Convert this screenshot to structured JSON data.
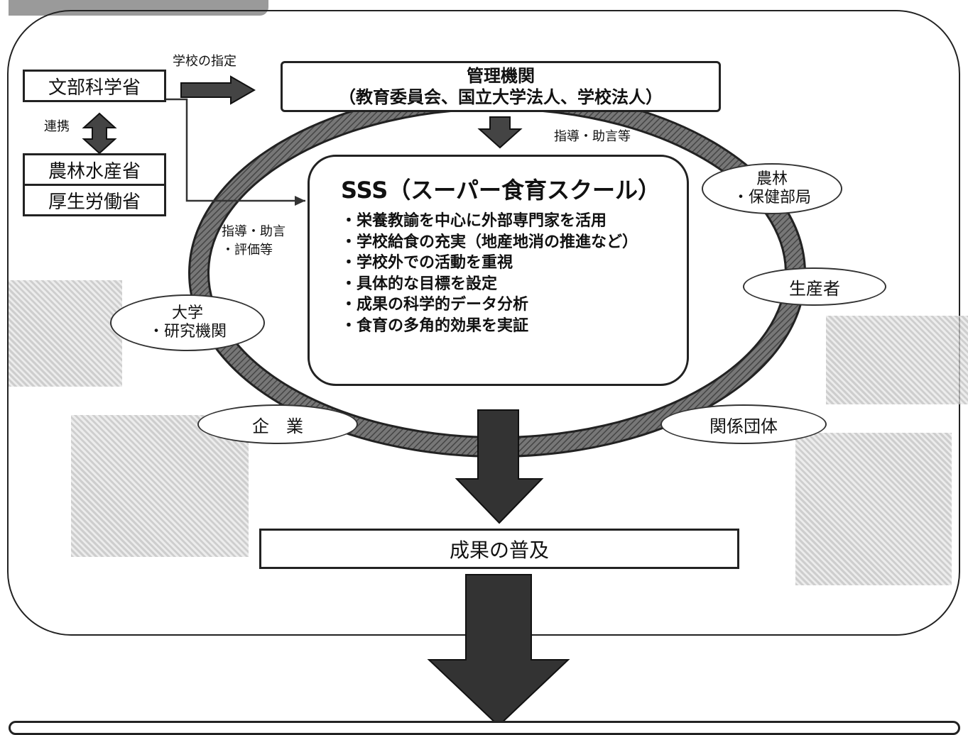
{
  "diagram": {
    "ministries": {
      "mext": "文部科学省",
      "link_label": "連携",
      "maff": "農林水産省",
      "mhlw": "厚生労働省"
    },
    "designation_label": "学校の指定",
    "management": {
      "line1": "管理機関",
      "line2": "（教育委員会、国立大学法人、学校法人）"
    },
    "guidance_top_label": "指導・助言等",
    "guidance_left_label": {
      "line1": "指導・助言",
      "line2": "・評価等"
    },
    "sss": {
      "title": "SSS（スーパー食育スクール）",
      "items": [
        "・栄養教諭を中心に外部専門家を活用",
        "・学校給食の充実（地産地消の推進など）",
        "・学校外での活動を重視",
        "・具体的な目標を設定",
        "・成果の科学的データ分析",
        "・食育の多角的効果を実証"
      ]
    },
    "partners": {
      "agri_health": {
        "line1": "農林",
        "line2": "・保健部局"
      },
      "producers": "生産者",
      "university": {
        "line1": "大学",
        "line2": "・研究機関"
      },
      "companies": "企　業",
      "organizations": "関係団体"
    },
    "outcome": "成果の普及"
  }
}
